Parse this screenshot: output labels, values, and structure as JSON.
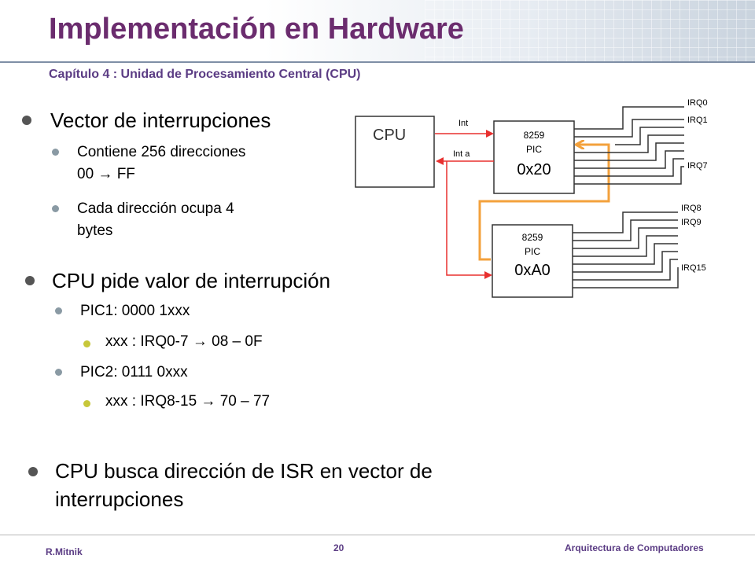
{
  "header": {
    "title": "Implementación en Hardware",
    "subtitle": "Capítulo 4 : Unidad de Procesamiento Central (CPU)"
  },
  "content": {
    "b1": "Vector de interrupciones",
    "b1_1_line1": "Contiene 256 direcciones",
    "b1_1_line2": "00 → FF",
    "b1_2_line1": "Cada dirección ocupa  4",
    "b1_2_line2": "bytes",
    "b2": "CPU pide valor de interrupción",
    "b2_1": "PIC1: 0000 1xxx",
    "b2_1_1": "xxx : IRQ0-7 → 08 – 0F",
    "b2_2": "PIC2: 0111 0xxx",
    "b2_2_1": "xxx : IRQ8-15 → 70 – 77",
    "b3_line1": "CPU busca dirección de ISR en vector de",
    "b3_line2": "interrupciones"
  },
  "diagram": {
    "cpu": "CPU",
    "int": "Int",
    "int_a": "Int a",
    "pic1": {
      "model": "8259",
      "type": "PIC",
      "addr": "0x20"
    },
    "pic2": {
      "model": "8259",
      "type": "PIC",
      "addr": "0xA0"
    },
    "irq0": "IRQ0",
    "irq1": "IRQ1",
    "irq7": "IRQ7",
    "irq8": "IRQ8",
    "irq9": "IRQ9",
    "irq15": "IRQ15",
    "colors": {
      "signal": "#e8302f",
      "cascade": "#f3a13c",
      "wire": "#333333"
    }
  },
  "footer": {
    "author": "R.Mitnik",
    "page": "20",
    "course": "Arquitectura  de Computadores"
  }
}
